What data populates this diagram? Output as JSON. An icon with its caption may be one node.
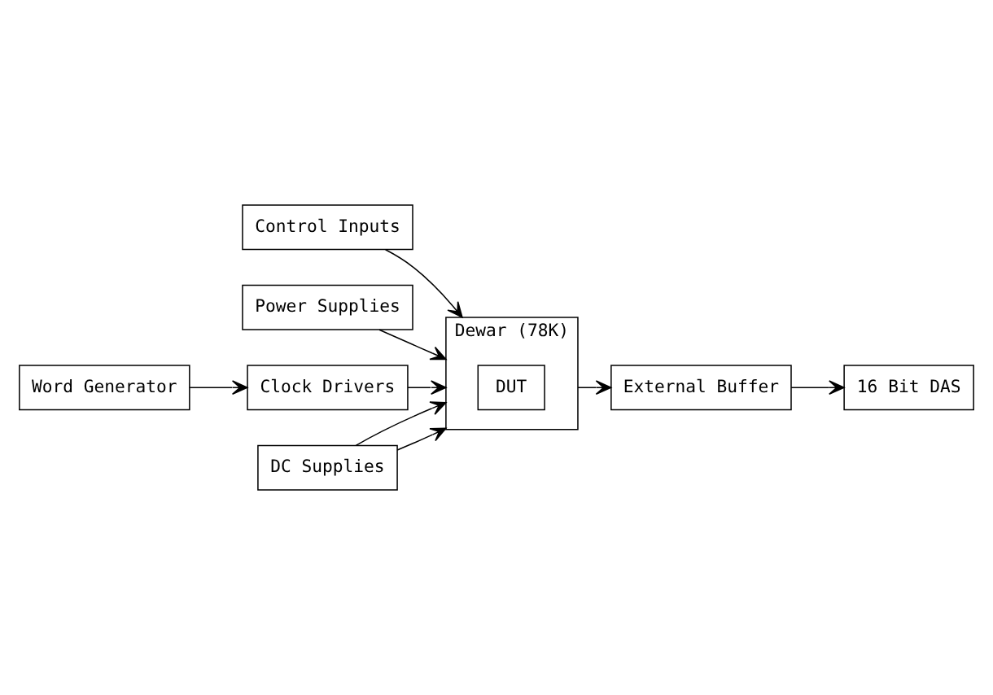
{
  "diagram": {
    "nodes": [
      {
        "text": [
          "Control Inputs"
        ]
      },
      {
        "text": [
          "Power Supplies"
        ]
      },
      {
        "text": [
          "Dewar (78K)"
        ]
      },
      {
        "text": [
          "DUT"
        ],
        "in": 2
      },
      {
        "text": [
          "External Buffer"
        ]
      },
      {
        "text": [
          "Clock Drivers"
        ]
      },
      {
        "text": [
          "16 Bit DAS"
        ]
      },
      {
        "text": [
          "DC Supplies"
        ]
      },
      {
        "text": [
          "Word Generator"
        ]
      }
    ],
    "edges": [
      {
        "from": 0,
        "to": 2,
        "arrow": "to"
      },
      {
        "from": 1,
        "to": 2,
        "arrow": "to"
      },
      {
        "from": 5,
        "to": 2,
        "arrow": "to"
      },
      {
        "from": 2,
        "to": 4,
        "arrow": "to"
      },
      {
        "from": 4,
        "to": 6,
        "arrow": "to"
      },
      {
        "from": 7,
        "to": 2,
        "arrow": "to"
      },
      {
        "from": 7,
        "to": 2,
        "arrow": "to"
      },
      {
        "from": 8,
        "to": 5,
        "arrow": "to"
      }
    ]
  }
}
